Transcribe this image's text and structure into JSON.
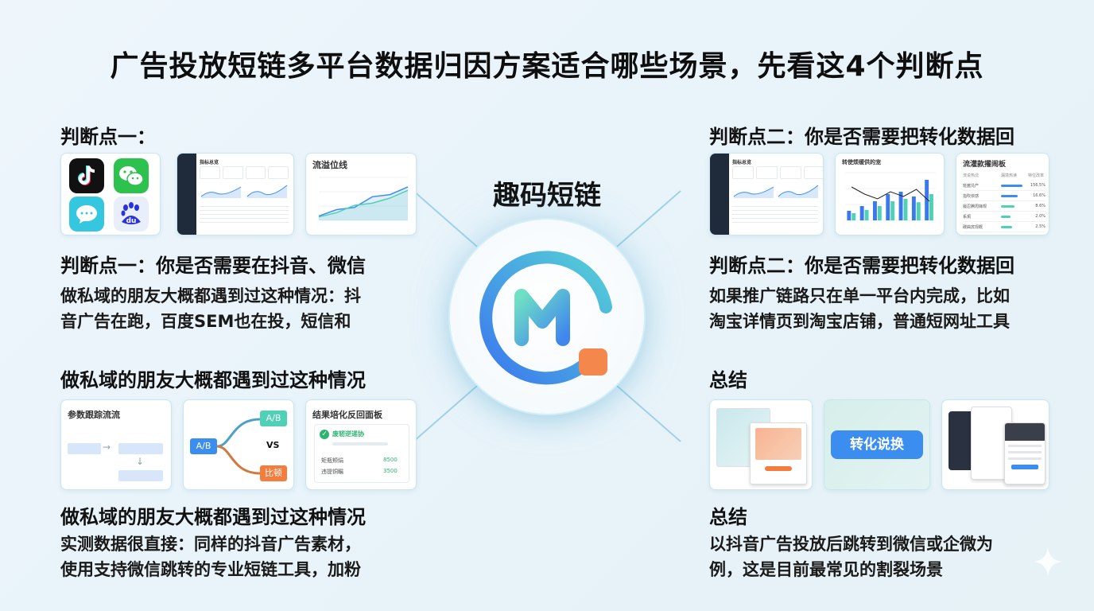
{
  "title": "广告投放短链多平台数据归因方案适合哪些场景，先看这4个判断点",
  "brand": "趣码短链",
  "left": {
    "p1_heading": "判断点一：",
    "p1_main": "判断点一：你是否需要在抖音、微信",
    "p1_body_1": "做私域的朋友大概都遇到过这种情况：抖",
    "p1_body_2": "音广告在跑，百度SEM也在投，短信和",
    "sec2_heading": "做私域的朋友大概都遇到过这种情况",
    "sec3_heading": "做私域的朋友大概都遇到过这种情况",
    "sec3_body_1": "实测数据很直接：同样的抖音广告素材，",
    "sec3_body_2": "使用支持微信跳转的专业短链工具，加粉"
  },
  "right": {
    "p2_heading": "判断点二：你是否需要把转化数据回",
    "p2_main": "判断点二：你是否需要把转化数据回",
    "p2_body_1": "如果推广链路只在单一平台内完成，比如",
    "p2_body_2": "淘宝详情页到淘宝店铺，普通短网址工具",
    "sum_heading": "总结",
    "sum_main": "总结",
    "sum_body_1": "以抖音广告投放后跳转到微信或企微为",
    "sum_body_2": "例，这是目前最常见的割裂场景"
  },
  "cards": {
    "trend_title": "流溢位线",
    "bar_title": "转使烦缓供的宠",
    "flow_board_title": "流灌款擢闹板",
    "flow_board_col1": "流说热沈",
    "flow_board_col2": "漏境热读",
    "flow_board_col3": "特位改率",
    "flow_board_rows": [
      {
        "label": "班酱兑产",
        "pct": "156.5%"
      },
      {
        "label": "指吹依感",
        "pct": "16.6%"
      },
      {
        "label": "履忍腾周婵规",
        "pct": "8.6%"
      },
      {
        "label": "系炯",
        "pct": "2.0%"
      },
      {
        "label": "碳曲宾现概",
        "pct": "2.5%"
      }
    ],
    "param_title": "参数跟踪流流",
    "ab_left": "A/B",
    "ab_right_top": "A/B",
    "ab_vs": "VS",
    "ab_right_bottom": "比顿",
    "result_title": "结果培化反回面板",
    "result_check": "废轫逆递协",
    "result_row1_label": "矩瓶颊绢",
    "result_row1_value": "8500",
    "result_row2_label": "违提铜瞩",
    "result_row2_value": "3500",
    "convert_btn": "转化说换",
    "dash_title": "指标总览",
    "dash_title2": "指标总览"
  },
  "chart_data": [
    {
      "type": "line",
      "title": "流溢位线",
      "x": [
        "",
        "",
        "",
        "",
        "",
        ""
      ],
      "series": [
        {
          "values": [
            10,
            25,
            30,
            55,
            60,
            78
          ]
        },
        {
          "values": [
            8,
            18,
            35,
            40,
            52,
            70
          ]
        }
      ],
      "ylim": [
        0,
        100
      ]
    },
    {
      "type": "bar",
      "title": "转使烦缓供的宠",
      "categories": [
        "",
        "",
        "",
        "",
        "",
        "",
        ""
      ],
      "series": [
        {
          "values": [
            20,
            30,
            40,
            55,
            60,
            50,
            85
          ]
        },
        {
          "values": [
            15,
            22,
            30,
            40,
            45,
            38,
            55
          ]
        }
      ],
      "line": [
        70,
        55,
        45,
        60,
        50,
        65,
        40
      ],
      "ylim": [
        0,
        100
      ]
    }
  ],
  "colors": {
    "accent_blue": "#3b8ef0",
    "accent_teal": "#4fd1b5",
    "accent_orange": "#f47c3c",
    "card_border": "#c9e6ef"
  },
  "icons": [
    "tiktok-icon",
    "wechat-icon",
    "message-icon",
    "baidu-icon"
  ]
}
